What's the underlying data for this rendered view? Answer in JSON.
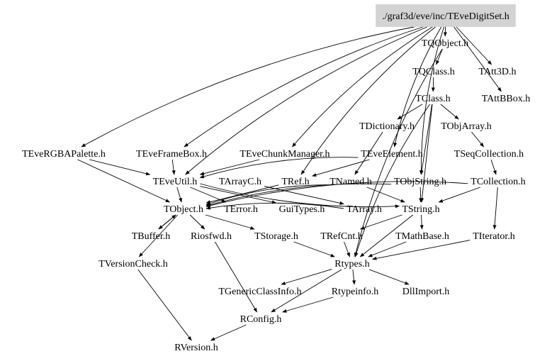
{
  "graph": {
    "root": "./graf3d/eve/inc/TEveDigitSet.h",
    "nodes": {
      "TEveDigitSet": "./graf3d/eve/inc/TEveDigitSet.h",
      "TQObject": "TQObject.h",
      "TQClass": "TQClass.h",
      "TAtt3D": "TAtt3D.h",
      "TClass": "TClass.h",
      "TAttBBox": "TAttBBox.h",
      "TDictionary": "TDictionary.h",
      "TObjArray": "TObjArray.h",
      "TEveRGBAPalette": "TEveRGBAPalette.h",
      "TEveFrameBox": "TEveFrameBox.h",
      "TEveChunkManager": "TEveChunkManager.h",
      "TEveElement": "TEveElement.h",
      "TSeqCollection": "TSeqCollection.h",
      "TEveUtil": "TEveUtil.h",
      "TArrayC": "TArrayC.h",
      "TRef": "TRef.h",
      "TNamed": "TNamed.h",
      "TObjString": "TObjString.h",
      "TCollection": "TCollection.h",
      "TObject": "TObject.h",
      "TError": "TError.h",
      "GuiTypes": "GuiTypes.h",
      "TArray": "TArray.h",
      "TString": "TString.h",
      "TBuffer": "TBuffer.h",
      "Riosfwd": "Riosfwd.h",
      "TStorage": "TStorage.h",
      "TRefCnt": "TRefCnt.h",
      "TMathBase": "TMathBase.h",
      "TIterator": "TIterator.h",
      "TVersionCheck": "TVersionCheck.h",
      "Rtypes": "Rtypes.h",
      "TGenericClassInfo": "TGenericClassInfo.h",
      "Rtypeinfo": "Rtypeinfo.h",
      "DllImport": "DllImport.h",
      "RConfig": "RConfig.h",
      "RVersion": "RVersion.h"
    },
    "edges": [
      [
        "TEveDigitSet",
        "TQObject"
      ],
      [
        "TEveDigitSet",
        "TAtt3D"
      ],
      [
        "TEveDigitSet",
        "TAttBBox"
      ],
      [
        "TEveDigitSet",
        "TEveElement"
      ],
      [
        "TEveDigitSet",
        "TEveRGBAPalette"
      ],
      [
        "TEveDigitSet",
        "TEveFrameBox"
      ],
      [
        "TEveDigitSet",
        "TEveChunkManager"
      ],
      [
        "TEveDigitSet",
        "TEveUtil"
      ],
      [
        "TEveDigitSet",
        "TRef"
      ],
      [
        "TEveDigitSet",
        "TObjString"
      ],
      [
        "TQObject",
        "TQClass"
      ],
      [
        "TQObject",
        "Rtypes"
      ],
      [
        "TQClass",
        "TClass"
      ],
      [
        "TClass",
        "TDictionary"
      ],
      [
        "TClass",
        "TObjArray"
      ],
      [
        "TClass",
        "TObjString"
      ],
      [
        "TClass",
        "TString"
      ],
      [
        "TClass",
        "Rtypes"
      ],
      [
        "TObjArray",
        "TSeqCollection"
      ],
      [
        "TSeqCollection",
        "TCollection"
      ],
      [
        "TCollection",
        "TObject"
      ],
      [
        "TCollection",
        "TString"
      ],
      [
        "TCollection",
        "TIterator"
      ],
      [
        "TDictionary",
        "TNamed"
      ],
      [
        "TEveRGBAPalette",
        "TEveUtil"
      ],
      [
        "TEveRGBAPalette",
        "TObject"
      ],
      [
        "TEveFrameBox",
        "TEveUtil"
      ],
      [
        "TEveChunkManager",
        "TEveUtil"
      ],
      [
        "TEveElement",
        "TEveUtil"
      ],
      [
        "TEveElement",
        "TRef"
      ],
      [
        "TEveUtil",
        "TObject"
      ],
      [
        "TEveUtil",
        "TError"
      ],
      [
        "TEveUtil",
        "GuiTypes"
      ],
      [
        "TEveUtil",
        "TString"
      ],
      [
        "TArrayC",
        "TArray"
      ],
      [
        "TRef",
        "TObject"
      ],
      [
        "TNamed",
        "TObject"
      ],
      [
        "TNamed",
        "TString"
      ],
      [
        "TObjString",
        "TObject"
      ],
      [
        "TObjString",
        "TString"
      ],
      [
        "TObject",
        "TBuffer"
      ],
      [
        "TObject",
        "Riosfwd"
      ],
      [
        "TObject",
        "TStorage"
      ],
      [
        "TObject",
        "TVersionCheck"
      ],
      [
        "TArray",
        "TObject"
      ],
      [
        "TString",
        "TRefCnt"
      ],
      [
        "TString",
        "TMathBase"
      ],
      [
        "TString",
        "Rtypes"
      ],
      [
        "TBuffer",
        "TObject"
      ],
      [
        "TStorage",
        "Rtypes"
      ],
      [
        "TRefCnt",
        "Rtypes"
      ],
      [
        "TMathBase",
        "Rtypes"
      ],
      [
        "TIterator",
        "Rtypes"
      ],
      [
        "TVersionCheck",
        "RVersion"
      ],
      [
        "Riosfwd",
        "RConfig"
      ],
      [
        "Rtypes",
        "TGenericClassInfo"
      ],
      [
        "Rtypes",
        "Rtypeinfo"
      ],
      [
        "Rtypes",
        "DllImport"
      ],
      [
        "Rtypes",
        "RConfig"
      ],
      [
        "Rtypeinfo",
        "RConfig"
      ],
      [
        "RConfig",
        "RVersion"
      ]
    ]
  },
  "style": {
    "background": "#ffffff",
    "root_fill": "#d3d3d3",
    "edge_color": "#000000",
    "text_color": "#000000"
  }
}
